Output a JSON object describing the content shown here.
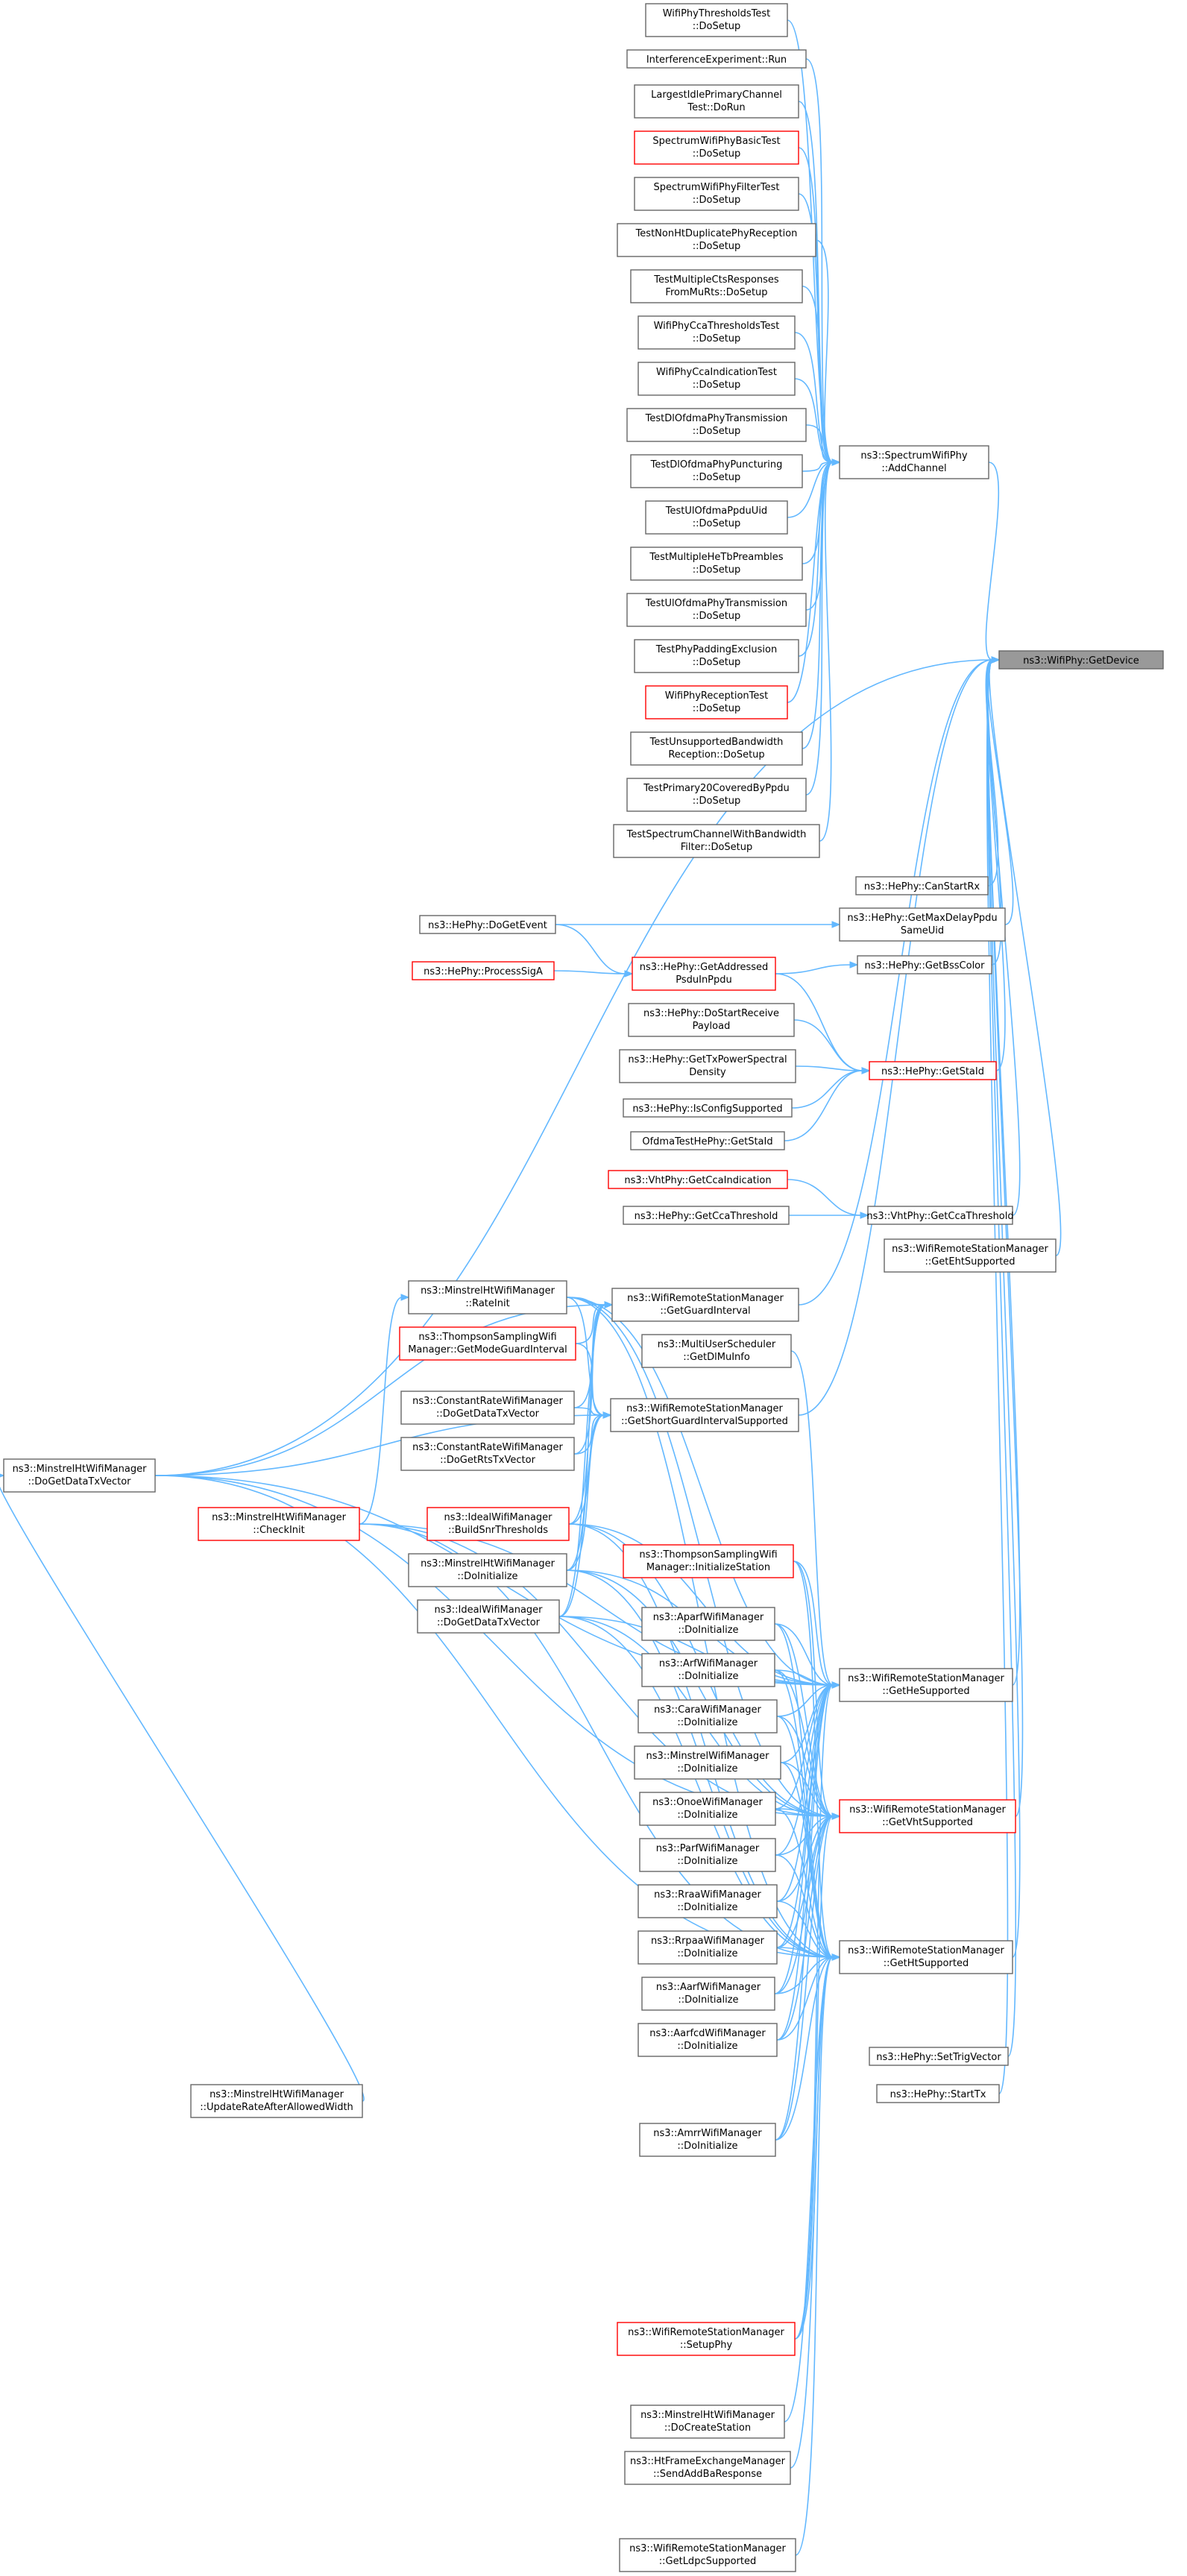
{
  "colors": {
    "edge": "#63b8ff",
    "node_border": "#666666",
    "node_border_red": "#ff0000",
    "focus_fill": "#999999",
    "background": "#ffffff"
  },
  "nodes": [
    {
      "id": "getdevice",
      "lines": [
        "ns3::WifiPhy::GetDevice"
      ],
      "style": "focus"
    },
    {
      "id": "addchannel",
      "lines": [
        "ns3::SpectrumWifiPhy",
        "::AddChannel"
      ]
    },
    {
      "id": "t_thresh",
      "lines": [
        "WifiPhyThresholdsTest",
        "::DoSetup"
      ]
    },
    {
      "id": "t_interf",
      "lines": [
        "InterferenceExperiment::Run"
      ]
    },
    {
      "id": "t_largest",
      "lines": [
        "LargestIdlePrimaryChannel",
        "Test::DoRun"
      ]
    },
    {
      "id": "t_specbasic",
      "lines": [
        "SpectrumWifiPhyBasicTest",
        "::DoSetup"
      ],
      "style": "red"
    },
    {
      "id": "t_specfilter",
      "lines": [
        "SpectrumWifiPhyFilterTest",
        "::DoSetup"
      ]
    },
    {
      "id": "t_nonht",
      "lines": [
        "TestNonHtDuplicatePhyReception",
        "::DoSetup"
      ]
    },
    {
      "id": "t_multicts",
      "lines": [
        "TestMultipleCtsResponses",
        "FromMuRts::DoSetup"
      ]
    },
    {
      "id": "t_cca",
      "lines": [
        "WifiPhyCcaThresholdsTest",
        "::DoSetup"
      ]
    },
    {
      "id": "t_ccaind",
      "lines": [
        "WifiPhyCcaIndicationTest",
        "::DoSetup"
      ]
    },
    {
      "id": "t_dltx",
      "lines": [
        "TestDlOfdmaPhyTransmission",
        "::DoSetup"
      ]
    },
    {
      "id": "t_dlpunct",
      "lines": [
        "TestDlOfdmaPhyPuncturing",
        "::DoSetup"
      ]
    },
    {
      "id": "t_ulppdu",
      "lines": [
        "TestUlOfdmaPpduUid",
        "::DoSetup"
      ]
    },
    {
      "id": "t_multitb",
      "lines": [
        "TestMultipleHeTbPreambles",
        "::DoSetup"
      ]
    },
    {
      "id": "t_ultx",
      "lines": [
        "TestUlOfdmaPhyTransmission",
        "::DoSetup"
      ]
    },
    {
      "id": "t_padding",
      "lines": [
        "TestPhyPaddingExclusion",
        "::DoSetup"
      ]
    },
    {
      "id": "t_recept",
      "lines": [
        "WifiPhyReceptionTest",
        "::DoSetup"
      ],
      "style": "red"
    },
    {
      "id": "t_unsupp",
      "lines": [
        "TestUnsupportedBandwidth",
        "Reception::DoSetup"
      ]
    },
    {
      "id": "t_prim20",
      "lines": [
        "TestPrimary20CoveredByPpdu",
        "::DoSetup"
      ]
    },
    {
      "id": "t_specchan",
      "lines": [
        "TestSpectrumChannelWithBandwidth",
        "Filter::DoSetup"
      ]
    },
    {
      "id": "canstartrx",
      "lines": [
        "ns3::HePhy::CanStartRx"
      ]
    },
    {
      "id": "maxdelay",
      "lines": [
        "ns3::HePhy::GetMaxDelayPpdu",
        "SameUid"
      ]
    },
    {
      "id": "dogetevent",
      "lines": [
        "ns3::HePhy::DoGetEvent"
      ]
    },
    {
      "id": "bsscolor",
      "lines": [
        "ns3::HePhy::GetBssColor"
      ]
    },
    {
      "id": "processsiga",
      "lines": [
        "ns3::HePhy::ProcessSigA"
      ],
      "style": "red"
    },
    {
      "id": "addressed",
      "lines": [
        "ns3::HePhy::GetAddressed",
        "PsduInPpdu"
      ],
      "style": "red"
    },
    {
      "id": "dostartrecv",
      "lines": [
        "ns3::HePhy::DoStartReceive",
        "Payload"
      ]
    },
    {
      "id": "txpsd",
      "lines": [
        "ns3::HePhy::GetTxPowerSpectral",
        "Density"
      ]
    },
    {
      "id": "getstaid",
      "lines": [
        "ns3::HePhy::GetStaId"
      ],
      "style": "red"
    },
    {
      "id": "isconfig",
      "lines": [
        "ns3::HePhy::IsConfigSupported"
      ]
    },
    {
      "id": "ofdmastaid",
      "lines": [
        "OfdmaTestHePhy::GetStaId"
      ]
    },
    {
      "id": "vhtccaind",
      "lines": [
        "ns3::VhtPhy::GetCcaIndication"
      ],
      "style": "red"
    },
    {
      "id": "heccathr",
      "lines": [
        "ns3::HePhy::GetCcaThreshold"
      ]
    },
    {
      "id": "vhtccathr",
      "lines": [
        "ns3::VhtPhy::GetCcaThreshold"
      ]
    },
    {
      "id": "ehtsupp",
      "lines": [
        "ns3::WifiRemoteStationManager",
        "::GetEhtSupported"
      ]
    },
    {
      "id": "rateinit",
      "lines": [
        "ns3::MinstrelHtWifiManager",
        "::RateInit"
      ]
    },
    {
      "id": "guardint",
      "lines": [
        "ns3::WifiRemoteStationManager",
        "::GetGuardInterval"
      ]
    },
    {
      "id": "tsmodegi",
      "lines": [
        "ns3::ThompsonSamplingWifi",
        "Manager::GetModeGuardInterval"
      ],
      "style": "red"
    },
    {
      "id": "multiuser",
      "lines": [
        "ns3::MultiUserScheduler",
        "::GetDlMuInfo"
      ]
    },
    {
      "id": "crdata",
      "lines": [
        "ns3::ConstantRateWifiManager",
        "::DoGetDataTxVector"
      ]
    },
    {
      "id": "shortgi",
      "lines": [
        "ns3::WifiRemoteStationManager",
        "::GetShortGuardIntervalSupported"
      ]
    },
    {
      "id": "crrts",
      "lines": [
        "ns3::ConstantRateWifiManager",
        "::DoGetRtsTxVector"
      ]
    },
    {
      "id": "minhtdata",
      "lines": [
        "ns3::MinstrelHtWifiManager",
        "::DoGetDataTxVector"
      ]
    },
    {
      "id": "checkinit",
      "lines": [
        "ns3::MinstrelHtWifiManager",
        "::CheckInit"
      ],
      "style": "red"
    },
    {
      "id": "idealsnr",
      "lines": [
        "ns3::IdealWifiManager",
        "::BuildSnrThresholds"
      ],
      "style": "red"
    },
    {
      "id": "minhtinit",
      "lines": [
        "ns3::MinstrelHtWifiManager",
        "::DoInitialize"
      ]
    },
    {
      "id": "tsinit",
      "lines": [
        "ns3::ThompsonSamplingWifi",
        "Manager::InitializeStation"
      ],
      "style": "red"
    },
    {
      "id": "idealdata",
      "lines": [
        "ns3::IdealWifiManager",
        "::DoGetDataTxVector"
      ]
    },
    {
      "id": "aparf",
      "lines": [
        "ns3::AparfWifiManager",
        "::DoInitialize"
      ]
    },
    {
      "id": "arf",
      "lines": [
        "ns3::ArfWifiManager",
        "::DoInitialize"
      ]
    },
    {
      "id": "hesupp",
      "lines": [
        "ns3::WifiRemoteStationManager",
        "::GetHeSupported"
      ]
    },
    {
      "id": "cara",
      "lines": [
        "ns3::CaraWifiManager",
        "::DoInitialize"
      ]
    },
    {
      "id": "minstrel",
      "lines": [
        "ns3::MinstrelWifiManager",
        "::DoInitialize"
      ]
    },
    {
      "id": "onoe",
      "lines": [
        "ns3::OnoeWifiManager",
        "::DoInitialize"
      ]
    },
    {
      "id": "vhtsupp",
      "lines": [
        "ns3::WifiRemoteStationManager",
        "::GetVhtSupported"
      ],
      "style": "red"
    },
    {
      "id": "parf",
      "lines": [
        "ns3::ParfWifiManager",
        "::DoInitialize"
      ]
    },
    {
      "id": "rraa",
      "lines": [
        "ns3::RraaWifiManager",
        "::DoInitialize"
      ]
    },
    {
      "id": "rrpaa",
      "lines": [
        "ns3::RrpaaWifiManager",
        "::DoInitialize"
      ]
    },
    {
      "id": "htsupp",
      "lines": [
        "ns3::WifiRemoteStationManager",
        "::GetHtSupported"
      ]
    },
    {
      "id": "aarf",
      "lines": [
        "ns3::AarfWifiManager",
        "::DoInitialize"
      ]
    },
    {
      "id": "aarfcd",
      "lines": [
        "ns3::AarfcdWifiManager",
        "::DoInitialize"
      ]
    },
    {
      "id": "settrig",
      "lines": [
        "ns3::HePhy::SetTrigVector"
      ]
    },
    {
      "id": "starttx",
      "lines": [
        "ns3::HePhy::StartTx"
      ]
    },
    {
      "id": "minhtupdate",
      "lines": [
        "ns3::MinstrelHtWifiManager",
        "::UpdateRateAfterAllowedWidth"
      ]
    },
    {
      "id": "amrr",
      "lines": [
        "ns3::AmrrWifiManager",
        "::DoInitialize"
      ]
    },
    {
      "id": "setupphy",
      "lines": [
        "ns3::WifiRemoteStationManager",
        "::SetupPhy"
      ],
      "style": "red"
    },
    {
      "id": "minhtcreate",
      "lines": [
        "ns3::MinstrelHtWifiManager",
        "::DoCreateStation"
      ]
    },
    {
      "id": "htframe",
      "lines": [
        "ns3::HtFrameExchangeManager",
        "::SendAddBaResponse"
      ]
    },
    {
      "id": "ldpc",
      "lines": [
        "ns3::WifiRemoteStationManager",
        "::GetLdpcSupported"
      ]
    }
  ],
  "edges": [
    [
      "addchannel",
      "getdevice"
    ],
    [
      "canstartrx",
      "getdevice"
    ],
    [
      "maxdelay",
      "getdevice"
    ],
    [
      "bsscolor",
      "getdevice"
    ],
    [
      "getstaid",
      "getdevice"
    ],
    [
      "vhtccathr",
      "getdevice"
    ],
    [
      "ehtsupp",
      "getdevice"
    ],
    [
      "guardint",
      "getdevice"
    ],
    [
      "shortgi",
      "getdevice"
    ],
    [
      "hesupp",
      "getdevice"
    ],
    [
      "vhtsupp",
      "getdevice"
    ],
    [
      "htsupp",
      "getdevice"
    ],
    [
      "settrig",
      "getdevice"
    ],
    [
      "starttx",
      "getdevice"
    ],
    [
      "minhtdata",
      "getdevice"
    ],
    [
      "t_thresh",
      "addchannel"
    ],
    [
      "t_interf",
      "addchannel"
    ],
    [
      "t_largest",
      "addchannel"
    ],
    [
      "t_specbasic",
      "addchannel"
    ],
    [
      "t_specfilter",
      "addchannel"
    ],
    [
      "t_nonht",
      "addchannel"
    ],
    [
      "t_multicts",
      "addchannel"
    ],
    [
      "t_cca",
      "addchannel"
    ],
    [
      "t_ccaind",
      "addchannel"
    ],
    [
      "t_dltx",
      "addchannel"
    ],
    [
      "t_dlpunct",
      "addchannel"
    ],
    [
      "t_ulppdu",
      "addchannel"
    ],
    [
      "t_multitb",
      "addchannel"
    ],
    [
      "t_ultx",
      "addchannel"
    ],
    [
      "t_padding",
      "addchannel"
    ],
    [
      "t_recept",
      "addchannel"
    ],
    [
      "t_unsupp",
      "addchannel"
    ],
    [
      "t_prim20",
      "addchannel"
    ],
    [
      "t_specchan",
      "addchannel"
    ],
    [
      "dogetevent",
      "maxdelay"
    ],
    [
      "dogetevent",
      "addressed"
    ],
    [
      "processsiga",
      "addressed"
    ],
    [
      "addressed",
      "bsscolor"
    ],
    [
      "addressed",
      "getstaid"
    ],
    [
      "dostartrecv",
      "getstaid"
    ],
    [
      "txpsd",
      "getstaid"
    ],
    [
      "isconfig",
      "getstaid"
    ],
    [
      "ofdmastaid",
      "getstaid"
    ],
    [
      "vhtccaind",
      "vhtccathr"
    ],
    [
      "heccathr",
      "vhtccathr"
    ],
    [
      "rateinit",
      "guardint"
    ],
    [
      "rateinit",
      "shortgi"
    ],
    [
      "rateinit",
      "hesupp"
    ],
    [
      "rateinit",
      "vhtsupp"
    ],
    [
      "rateinit",
      "htsupp"
    ],
    [
      "tsmodegi",
      "guardint"
    ],
    [
      "tsmodegi",
      "shortgi"
    ],
    [
      "crdata",
      "guardint"
    ],
    [
      "crdata",
      "shortgi"
    ],
    [
      "crrts",
      "guardint"
    ],
    [
      "crrts",
      "shortgi"
    ],
    [
      "minhtdata",
      "guardint"
    ],
    [
      "minhtdata",
      "shortgi"
    ],
    [
      "minhtdata",
      "hesupp"
    ],
    [
      "minhtdata",
      "vhtsupp"
    ],
    [
      "minhtdata",
      "htsupp"
    ],
    [
      "checkinit",
      "rateinit"
    ],
    [
      "checkinit",
      "hesupp"
    ],
    [
      "checkinit",
      "vhtsupp"
    ],
    [
      "checkinit",
      "htsupp"
    ],
    [
      "minhtupdate",
      "minhtdata"
    ],
    [
      "idealsnr",
      "guardint"
    ],
    [
      "idealsnr",
      "shortgi"
    ],
    [
      "idealsnr",
      "hesupp"
    ],
    [
      "idealsnr",
      "vhtsupp"
    ],
    [
      "idealsnr",
      "htsupp"
    ],
    [
      "minhtinit",
      "guardint"
    ],
    [
      "minhtinit",
      "shortgi"
    ],
    [
      "minhtinit",
      "hesupp"
    ],
    [
      "minhtinit",
      "vhtsupp"
    ],
    [
      "minhtinit",
      "htsupp"
    ],
    [
      "idealdata",
      "guardint"
    ],
    [
      "idealdata",
      "shortgi"
    ],
    [
      "idealdata",
      "hesupp"
    ],
    [
      "idealdata",
      "vhtsupp"
    ],
    [
      "idealdata",
      "htsupp"
    ],
    [
      "multiuser",
      "hesupp"
    ],
    [
      "tsinit",
      "hesupp"
    ],
    [
      "tsinit",
      "vhtsupp"
    ],
    [
      "tsinit",
      "htsupp"
    ],
    [
      "aparf",
      "hesupp"
    ],
    [
      "aparf",
      "vhtsupp"
    ],
    [
      "aparf",
      "htsupp"
    ],
    [
      "arf",
      "hesupp"
    ],
    [
      "arf",
      "vhtsupp"
    ],
    [
      "arf",
      "htsupp"
    ],
    [
      "cara",
      "hesupp"
    ],
    [
      "cara",
      "vhtsupp"
    ],
    [
      "cara",
      "htsupp"
    ],
    [
      "minstrel",
      "hesupp"
    ],
    [
      "minstrel",
      "vhtsupp"
    ],
    [
      "minstrel",
      "htsupp"
    ],
    [
      "onoe",
      "hesupp"
    ],
    [
      "onoe",
      "vhtsupp"
    ],
    [
      "onoe",
      "htsupp"
    ],
    [
      "parf",
      "hesupp"
    ],
    [
      "parf",
      "vhtsupp"
    ],
    [
      "parf",
      "htsupp"
    ],
    [
      "rraa",
      "hesupp"
    ],
    [
      "rraa",
      "vhtsupp"
    ],
    [
      "rraa",
      "htsupp"
    ],
    [
      "rrpaa",
      "hesupp"
    ],
    [
      "rrpaa",
      "vhtsupp"
    ],
    [
      "rrpaa",
      "htsupp"
    ],
    [
      "aarf",
      "hesupp"
    ],
    [
      "aarf",
      "vhtsupp"
    ],
    [
      "aarf",
      "htsupp"
    ],
    [
      "aarfcd",
      "hesupp"
    ],
    [
      "aarfcd",
      "vhtsupp"
    ],
    [
      "aarfcd",
      "htsupp"
    ],
    [
      "amrr",
      "hesupp"
    ],
    [
      "amrr",
      "vhtsupp"
    ],
    [
      "amrr",
      "htsupp"
    ],
    [
      "setupphy",
      "hesupp"
    ],
    [
      "setupphy",
      "vhtsupp"
    ],
    [
      "setupphy",
      "htsupp"
    ],
    [
      "minhtcreate",
      "htsupp"
    ],
    [
      "htframe",
      "htsupp"
    ],
    [
      "ldpc",
      "htsupp"
    ]
  ]
}
